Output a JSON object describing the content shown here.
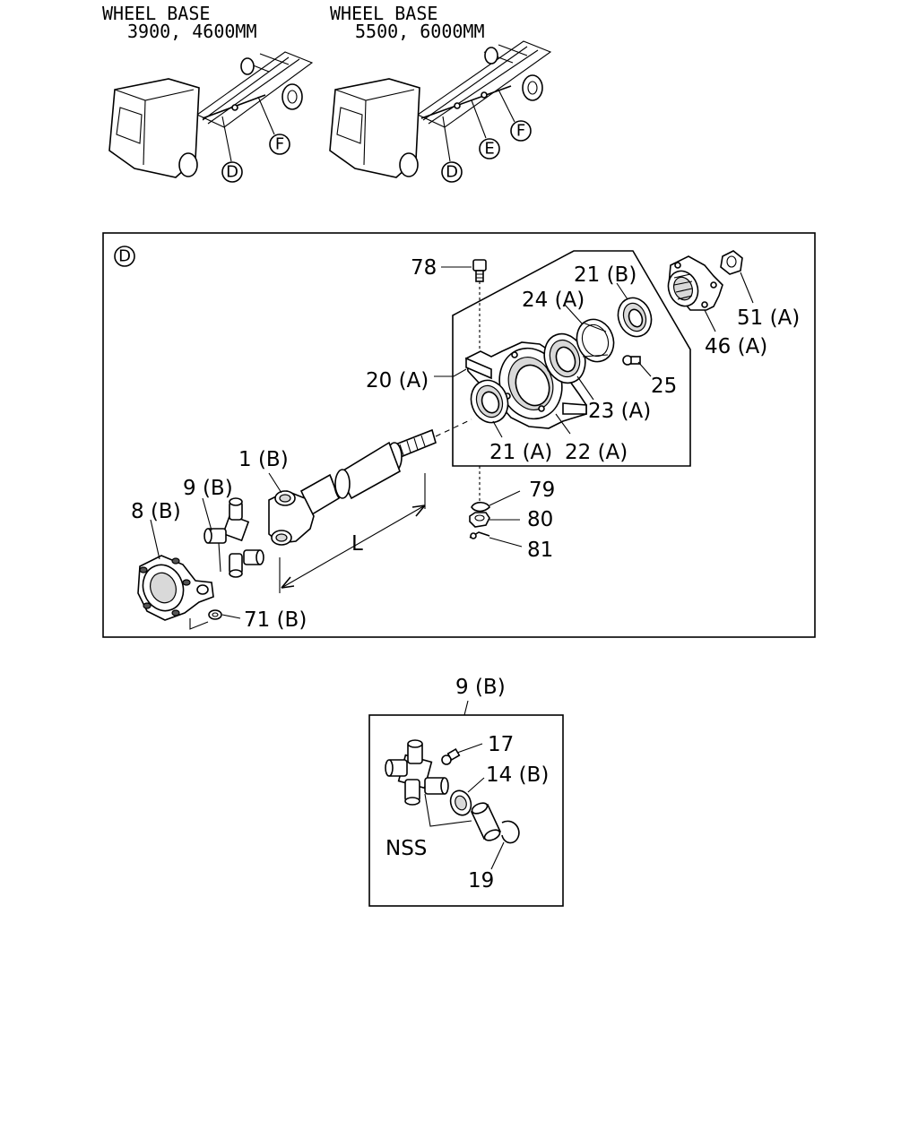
{
  "wheelbase_left": {
    "line1": "WHEEL BASE",
    "line2": "3900, 4600MM"
  },
  "wheelbase_right": {
    "line1": "WHEEL BASE",
    "line2": "5500, 6000MM"
  },
  "truck_left_callouts": [
    "D",
    "F"
  ],
  "truck_right_callouts": [
    "D",
    "E",
    "F"
  ],
  "detail_d": {
    "marker": "D",
    "labels": {
      "p78": "78",
      "p21b": "21 (B)",
      "p24a": "24 (A)",
      "p51a": "51 (A)",
      "p46a": "46 (A)",
      "p20a": "20 (A)",
      "p25": "25",
      "p23a": "23 (A)",
      "p21a": "21 (A)",
      "p22a": "22 (A)",
      "p1b": "1 (B)",
      "p9b": "9 (B)",
      "p8b": "8 (B)",
      "p79": "79",
      "p80": "80",
      "p81": "81",
      "p71b": "71 (B)",
      "len": "L"
    }
  },
  "detail_9b": {
    "title": "9 (B)",
    "labels": {
      "p17": "17",
      "p14b": "14 (B)",
      "nss": "NSS",
      "p19": "19"
    }
  }
}
